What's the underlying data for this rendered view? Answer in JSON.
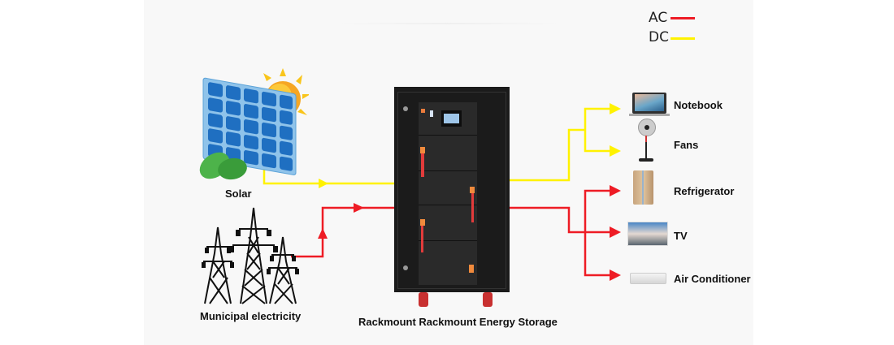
{
  "legend": {
    "items": [
      {
        "label": "AC",
        "color": "#ee1c25"
      },
      {
        "label": "DC",
        "color": "#fff200"
      }
    ]
  },
  "sources": {
    "solar": {
      "label": "Solar",
      "icon": "solar-panel-icon"
    },
    "grid": {
      "label": "Municipal electricity",
      "icon": "power-tower-icon"
    }
  },
  "storage": {
    "label": "Rackmount Rackmount Energy Storage",
    "icon": "battery-cabinet-icon"
  },
  "loads": [
    {
      "label": "Notebook",
      "type": "DC",
      "icon": "laptop-icon"
    },
    {
      "label": "Fans",
      "type": "DC",
      "icon": "fan-icon"
    },
    {
      "label": "Refrigerator",
      "type": "AC",
      "icon": "refrigerator-icon"
    },
    {
      "label": "TV",
      "type": "AC",
      "icon": "tv-icon"
    },
    {
      "label": "Air Conditioner",
      "type": "AC",
      "icon": "air-conditioner-icon"
    }
  ],
  "colors": {
    "ac": "#ee1c25",
    "dc": "#fff200",
    "cabinet": "#1b1b1b",
    "panel": "#f8f8f8"
  }
}
